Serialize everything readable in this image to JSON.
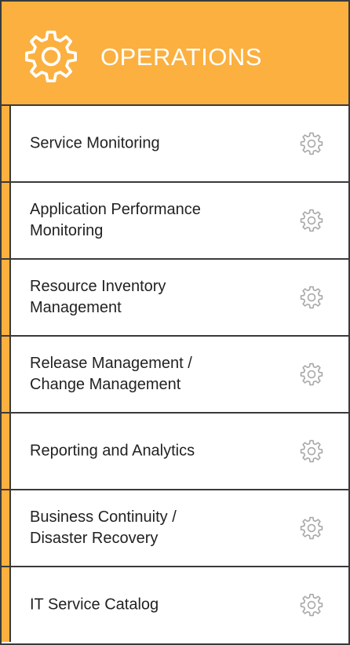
{
  "header": {
    "title": "OPERATIONS",
    "icon": "gear-icon"
  },
  "colors": {
    "accent": "#FBB040",
    "border": "#3a3a3a",
    "text": "#222222",
    "row_icon": "#a8a8a8"
  },
  "items": [
    {
      "label": "Service Monitoring",
      "icon": "gear-icon"
    },
    {
      "label": "Application Performance\nMonitoring",
      "icon": "gear-icon"
    },
    {
      "label": "Resource Inventory\nManagement",
      "icon": "gear-icon"
    },
    {
      "label": "Release Management /\nChange Management",
      "icon": "gear-icon"
    },
    {
      "label": "Reporting and Analytics",
      "icon": "gear-icon"
    },
    {
      "label": "Business Continuity /\nDisaster Recovery",
      "icon": "gear-icon"
    },
    {
      "label": "IT Service Catalog",
      "icon": "gear-icon"
    }
  ]
}
